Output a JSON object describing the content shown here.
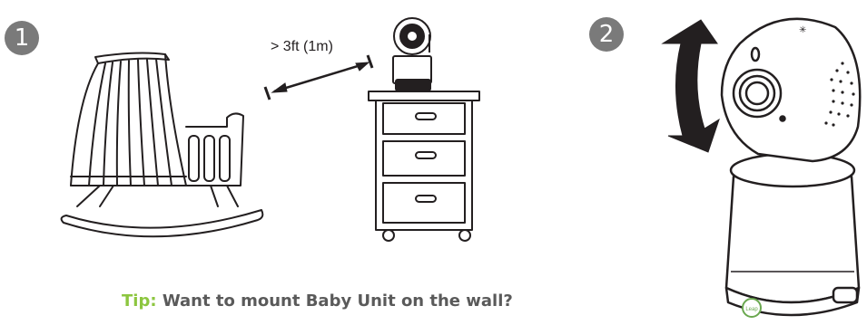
{
  "step1": {
    "badge": "1",
    "distance_label": "> 3ft (1m)"
  },
  "step2": {
    "badge": "2"
  },
  "tip": {
    "label": "Tip:",
    "text": "Want to mount Baby Unit on the wall?"
  },
  "camera_logo_text": "LeapFrog",
  "colors": {
    "badge": "#7a7a7a",
    "tip_accent": "#8cc63f",
    "tip_text": "#5a5a5a",
    "line": "#231f20"
  }
}
